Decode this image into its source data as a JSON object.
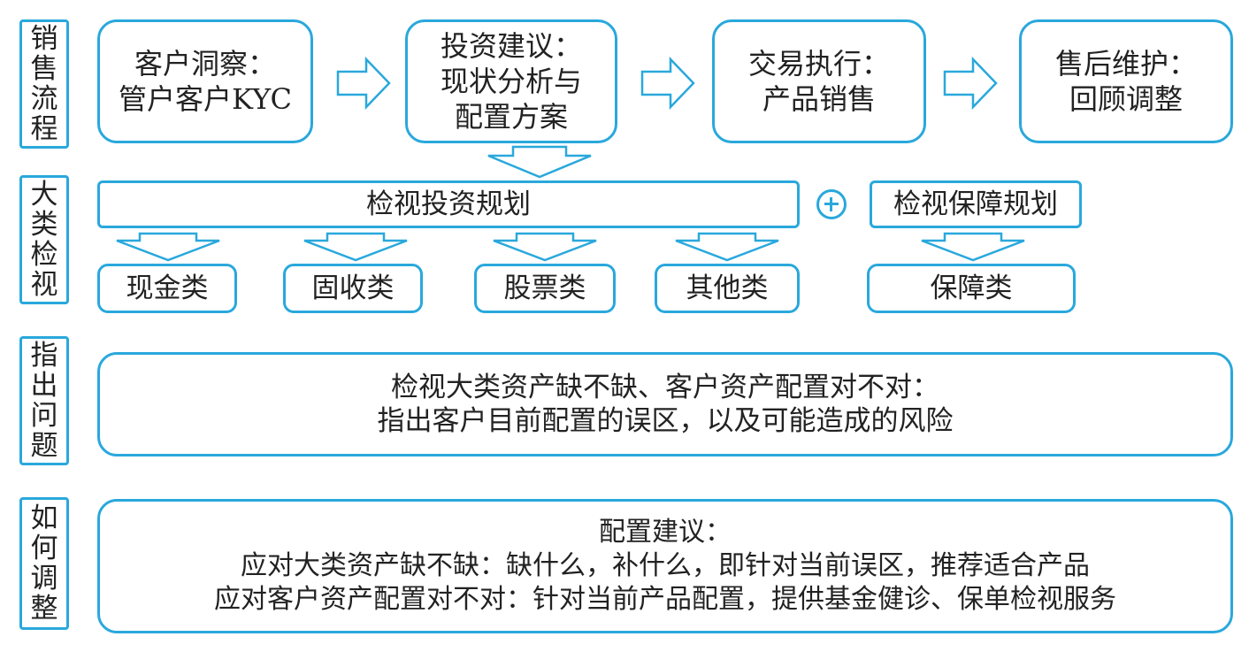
{
  "rows": {
    "sales": {
      "label": [
        "销",
        "售",
        "流",
        "程"
      ]
    },
    "category": {
      "label": [
        "大",
        "类",
        "检",
        "视"
      ]
    },
    "problem": {
      "label": [
        "指",
        "出",
        "问",
        "题"
      ]
    },
    "adjust": {
      "label": [
        "如",
        "何",
        "调",
        "整"
      ]
    }
  },
  "flow": [
    {
      "lines": [
        "客户洞察：",
        "管户客户KYC"
      ]
    },
    {
      "lines": [
        "投资建议：",
        "现状分析与",
        "配置方案"
      ]
    },
    {
      "lines": [
        "交易执行：",
        "产品销售"
      ]
    },
    {
      "lines": [
        "售后维护：",
        "回顾调整"
      ]
    }
  ],
  "review": {
    "investment": "检视投资规划",
    "protection": "检视保障规划",
    "plus_symbol": "+"
  },
  "categories": [
    "现金类",
    "固收类",
    "股票类",
    "其他类",
    "保障类"
  ],
  "problem": {
    "lines": [
      "检视大类资产缺不缺、客户资产配置对不对：",
      "指出客户目前配置的误区，以及可能造成的风险"
    ]
  },
  "adjust": {
    "lines": [
      "配置建议：",
      "应对大类资产缺不缺：缺什么，补什么，即针对当前误区，推荐适合产品",
      "应对客户资产配置对不对：针对当前产品配置，提供基金健诊、保单检视服务"
    ]
  },
  "colors": {
    "border": "#29a8dc",
    "text": "#222222",
    "background": "#ffffff"
  }
}
